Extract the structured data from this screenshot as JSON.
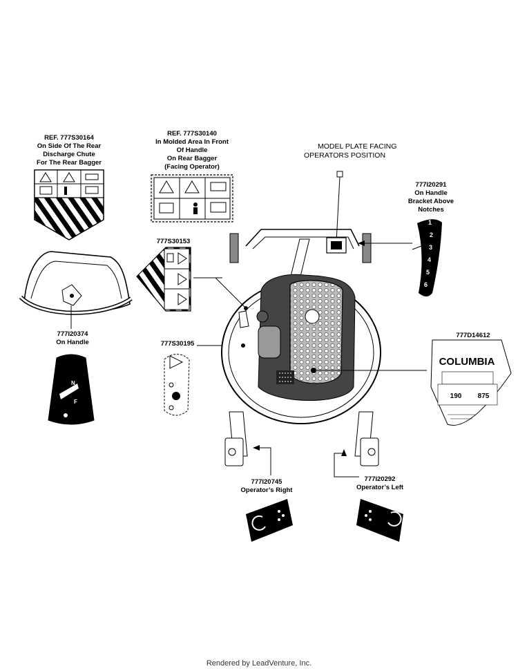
{
  "labels": {
    "rear_discharge": {
      "lines": [
        "REF. 777S30164",
        "On Side Of The Rear",
        "Discharge Chute",
        "For The Rear Bagger"
      ]
    },
    "rear_bagger": {
      "lines": [
        "REF. 777S30140",
        "In Molded Area In Front",
        "Of Handle",
        "On Rear Bagger",
        "(Facing Operator)"
      ]
    },
    "model_plate": {
      "lines": [
        "MODEL PLATE FACING",
        "OPERATORS POSITION"
      ]
    },
    "handle_bracket": {
      "lines": [
        "777I20291",
        "On Handle",
        "Bracket Above",
        "Notches"
      ]
    },
    "side_decal": {
      "lines": [
        "777S30153"
      ]
    },
    "on_handle": {
      "lines": [
        "777I20374",
        "On Handle"
      ]
    },
    "engine_decal": {
      "lines": [
        "777S30195"
      ]
    },
    "columbia_decal": {
      "lines": [
        "777D14612"
      ]
    },
    "operators_right": {
      "lines": [
        "777I20745",
        "Operator’s Right"
      ]
    },
    "operators_left": {
      "lines": [
        "777I20292",
        "Operator’s Left"
      ]
    }
  },
  "columbia": {
    "brand": "COLUMBIA",
    "model_left": "190",
    "model_right": "875"
  },
  "notch_numbers": [
    "1",
    "2",
    "3",
    "4",
    "5",
    "6"
  ],
  "handle_decal": {
    "n": "N",
    "f": "F"
  },
  "footer": "Rendered by LeadVenture, Inc."
}
